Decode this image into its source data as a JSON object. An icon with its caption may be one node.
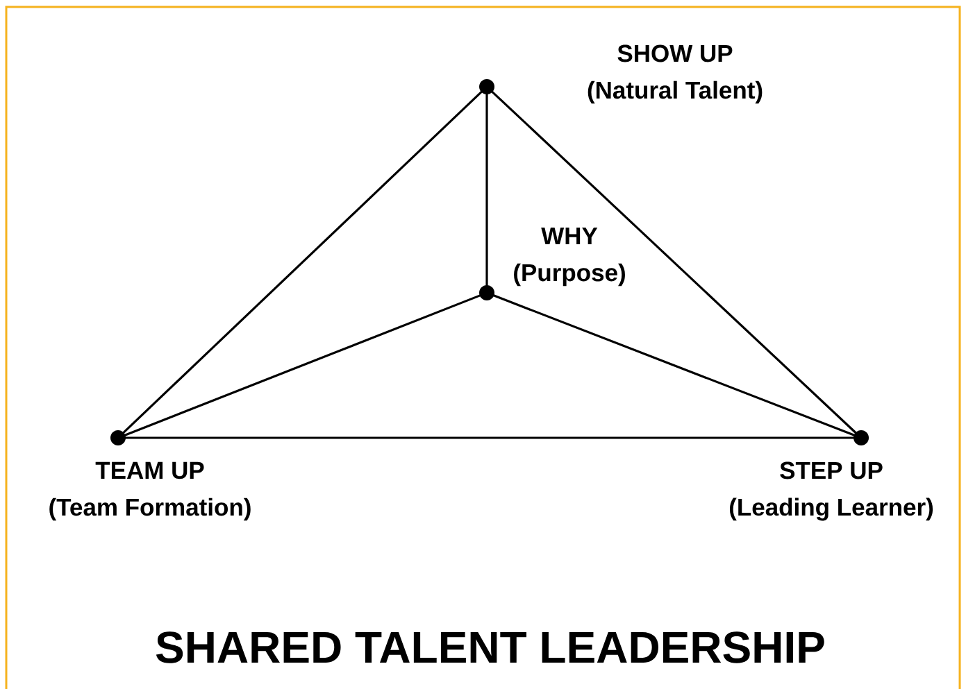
{
  "diagram": {
    "title": "SHARED TALENT LEADERSHIP",
    "nodes": [
      {
        "text": [],
        "shape": "circle",
        "beside": [
          "SHOW UP",
          "(Natural Talent)"
        ]
      },
      {
        "text": [],
        "shape": "circle",
        "beside": [
          "WHY",
          "(Purpose)"
        ]
      },
      {
        "text": [],
        "shape": "circle",
        "beside": [
          "TEAM UP",
          "(Team Formation)"
        ]
      },
      {
        "text": [],
        "shape": "circle",
        "beside": [
          "STEP UP",
          "(Leading Learner)"
        ]
      }
    ],
    "edges": [
      {
        "from": 0,
        "to": 1,
        "arrow": "none"
      },
      {
        "from": 0,
        "to": 2,
        "arrow": "none"
      },
      {
        "from": 0,
        "to": 3,
        "arrow": "none"
      },
      {
        "from": 1,
        "to": 2,
        "arrow": "none"
      },
      {
        "from": 1,
        "to": 3,
        "arrow": "none"
      },
      {
        "from": 2,
        "to": 3,
        "arrow": "none"
      }
    ]
  }
}
